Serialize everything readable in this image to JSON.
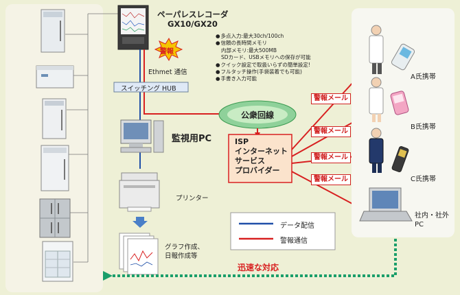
{
  "recorder": {
    "title": "ペーパレスレコーダ",
    "model": "GX10/GX20"
  },
  "alarm_burst": "警報",
  "features": [
    {
      "text": "多点入力:最大30ch/100ch",
      "bullet": true
    },
    {
      "text": "信頼の長時間メモリ",
      "bullet": true
    },
    {
      "text": "内部メモリ:最大500MB",
      "bullet": false
    },
    {
      "text": "SDカード、USBメモリへの保存が可能",
      "bullet": false
    },
    {
      "text": "クイック設定で取扱いらずの簡単設定!",
      "bullet": true
    },
    {
      "text": "フルタッチ操作(手袋装着でも可能)",
      "bullet": true
    },
    {
      "text": "手書き入力可能",
      "bullet": true
    }
  ],
  "ethernet_label": "Ethmet 通信",
  "switching_hub": "スイッチング HUB",
  "monitor_pc": "監視用PC",
  "printer": "プリンター",
  "graph_label": [
    "グラフ作成、",
    "日報作成等"
  ],
  "public_line": "公衆回線",
  "isp_lines": [
    "ISP",
    "インターネット",
    "サービス",
    "プロバイダー"
  ],
  "alert_mail": [
    "警報メール",
    "警報メール",
    "警報メール",
    "警報メール"
  ],
  "recipients": [
    "A氏携帯",
    "B氏携帯",
    "C氏携帯",
    "社内・社外PC"
  ],
  "legend": {
    "data_line": "データ配信",
    "alarm_line": "警報通信"
  },
  "rapid_response": "迅速な対応",
  "colors": {
    "data": "#1f4fa8",
    "alarm": "#d82020",
    "response": "#1a9e6a",
    "panel": "#f5f3e6",
    "isp_box": "#fbe3cc"
  }
}
